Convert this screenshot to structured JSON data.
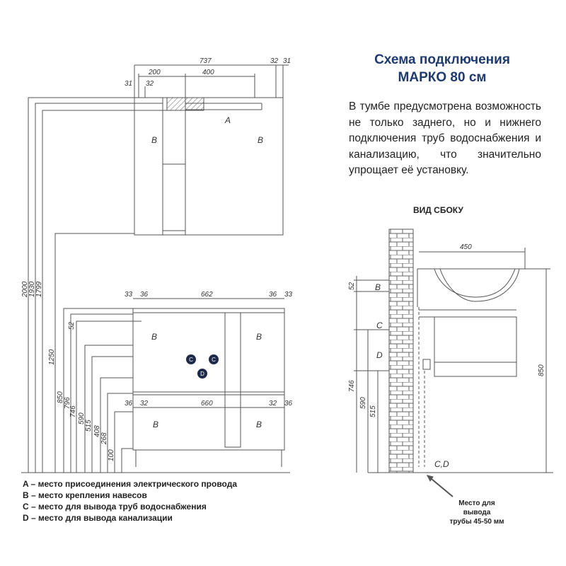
{
  "title": {
    "line1": "Схема подключения",
    "line2": "МАРКО 80 см"
  },
  "description": "В тумбе предусмотрена возможность не только заднего, но и нижнего подключения труб водоснабжения и канализацию, что значительно упрощает её установку.",
  "side_view": {
    "heading": "ВИД СБОКУ",
    "pipe_note": [
      "Место для",
      "вывода",
      "трубы 45-50 мм"
    ],
    "dims": {
      "depth": "450",
      "top_offset": "52",
      "height": "850",
      "h746": "746",
      "h590": "590",
      "h515": "515"
    },
    "labels": {
      "b": "B",
      "c": "C",
      "d": "D",
      "cd": "C,D"
    }
  },
  "front_view": {
    "top_dims": {
      "total": "737",
      "left": "200",
      "mid": "400",
      "r1": "32",
      "r2": "31",
      "l1": "31",
      "l2": "32"
    },
    "mid_dims": {
      "l1": "33",
      "l2": "36",
      "width": "662",
      "r1": "36",
      "r2": "33"
    },
    "low_dims": {
      "l1": "36",
      "l2": "32",
      "width": "660",
      "r1": "32",
      "r2": "36"
    },
    "vertical_dims": [
      "2000",
      "1930",
      "1799",
      "1250",
      "850",
      "796",
      "746",
      "590",
      "515",
      "408",
      "268",
      "100"
    ],
    "sink_offset": "52",
    "markers": {
      "a": "A",
      "b": "B",
      "c": "C",
      "d": "D"
    }
  },
  "legend": [
    "A – место присоединения электрического провода",
    "B – место крепления навесов",
    "C – место для вывода труб водоснабжения",
    "D – место для вывода канализации"
  ],
  "colors": {
    "title": "#1f3a6e",
    "line": "#555555",
    "marker": "#1f2a4a",
    "text": "#222222"
  }
}
